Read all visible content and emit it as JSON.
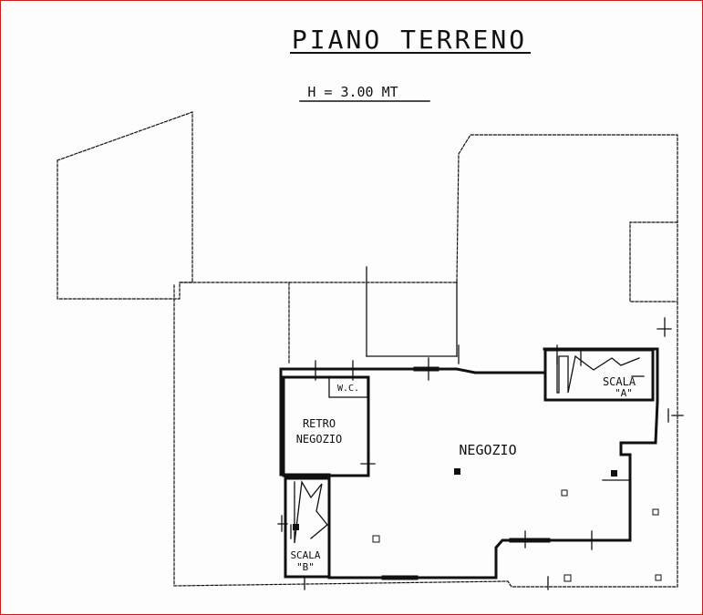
{
  "title": "PIANO TERRENO",
  "height_note": "H = 3.00 MT",
  "rooms": {
    "wc": "W.C.",
    "retro_line1": "RETRO",
    "retro_line2": "NEGOZIO",
    "negozio": "NEGOZIO",
    "scala_a_line1": "SCALA",
    "scala_a_line2": "\"A\"",
    "scala_b_line1": "SCALA",
    "scala_b_line2": "\"B\""
  },
  "colors": {
    "ink": "#111111",
    "frame": "#d11a1a"
  }
}
